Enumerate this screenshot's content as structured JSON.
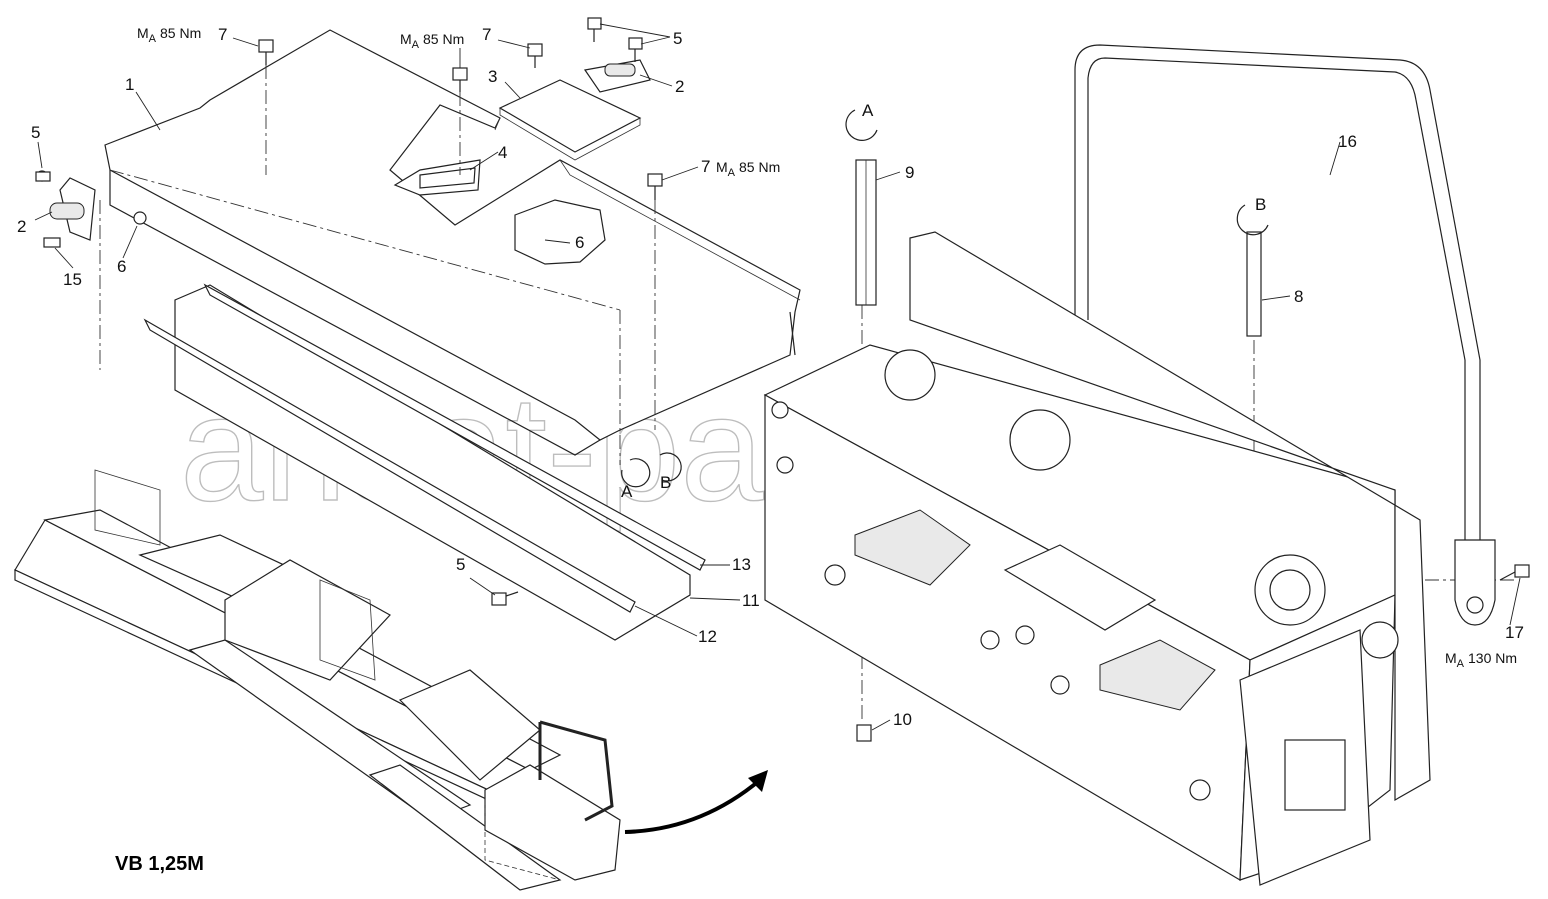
{
  "watermark": "ansat-parts.ru",
  "model_label": "VB 1,25M",
  "torque_unit_prefix": "M",
  "torque_unit_sub": "A",
  "callouts": {
    "c1": "1",
    "c2a": "2",
    "c2b": "2",
    "c3": "3",
    "c4": "4",
    "c5a": "5",
    "c5b": "5",
    "c5c": "5",
    "c6a": "6",
    "c6b": "6",
    "c7a": "7",
    "c7b": "7",
    "c7c": "7",
    "c8": "8",
    "c9": "9",
    "c10": "10",
    "c11": "11",
    "c12": "12",
    "c13": "13",
    "c15": "15",
    "c16": "16",
    "c17": "17"
  },
  "torques": {
    "t85a": "85 Nm",
    "t85b": "85 Nm",
    "t85c": "85 Nm",
    "t130": "130 Nm"
  },
  "refs": {
    "A1": "A",
    "B1": "B",
    "A2": "A",
    "B2": "B"
  }
}
